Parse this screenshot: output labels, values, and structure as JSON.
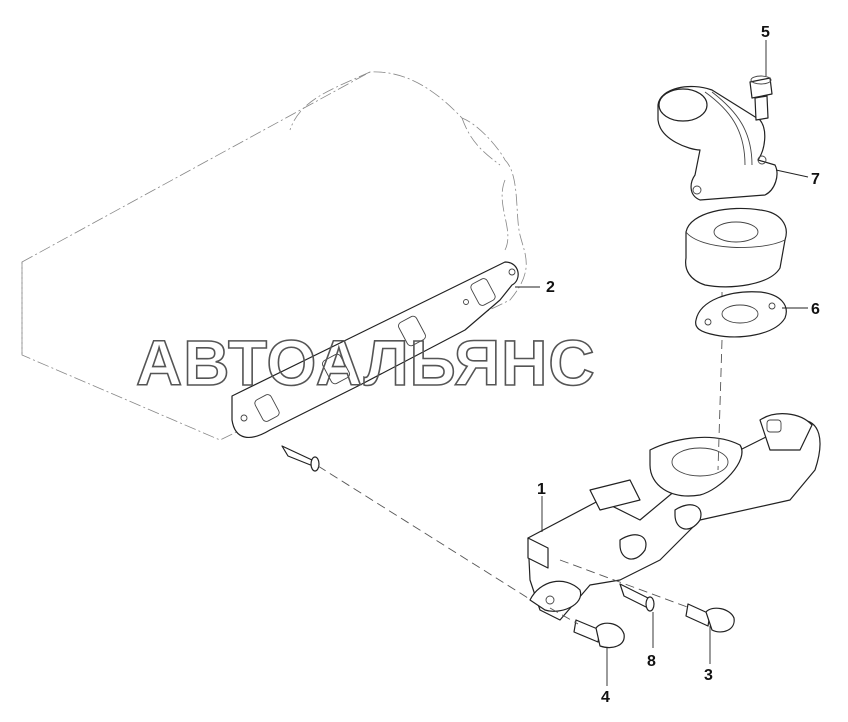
{
  "watermark": "АВТОАЛЬЯНС",
  "parts": [
    {
      "id": "1",
      "label": "1"
    },
    {
      "id": "2",
      "label": "2"
    },
    {
      "id": "3",
      "label": "3"
    },
    {
      "id": "4",
      "label": "4"
    },
    {
      "id": "5",
      "label": "5"
    },
    {
      "id": "6",
      "label": "6"
    },
    {
      "id": "7",
      "label": "7"
    },
    {
      "id": "8",
      "label": "8"
    }
  ]
}
